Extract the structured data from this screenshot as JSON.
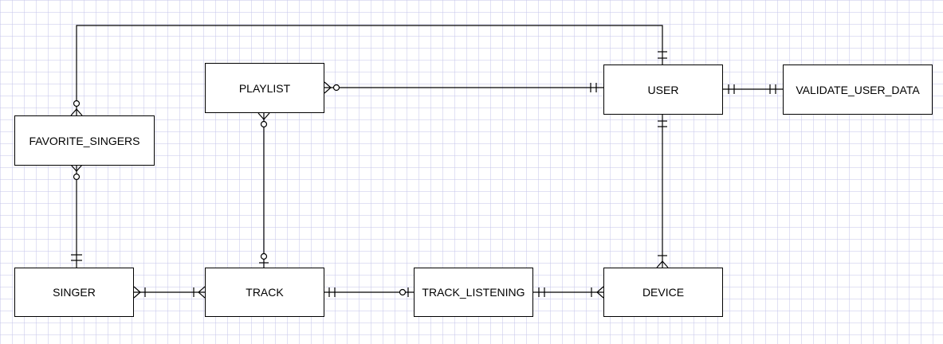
{
  "entities": {
    "user": "USER",
    "playlist": "PLAYLIST",
    "validate_user_data": "VALIDATE_USER_DATA",
    "favorite_singers": "FAVORITE_SINGERS",
    "singer": "SINGER",
    "track": "TRACK",
    "track_listening": "TRACK_LISTENING",
    "device": "DEVICE"
  },
  "relationships": [
    {
      "from": "USER",
      "from_end": "one-and-only-one",
      "to": "FAVORITE_SINGERS",
      "to_end": "zero-or-many"
    },
    {
      "from": "USER",
      "from_end": "one-and-only-one",
      "to": "PLAYLIST",
      "to_end": "zero-or-many"
    },
    {
      "from": "USER",
      "from_end": "one-and-only-one",
      "to": "VALIDATE_USER_DATA",
      "to_end": "one-and-only-one"
    },
    {
      "from": "USER",
      "from_end": "one-and-only-one",
      "to": "DEVICE",
      "to_end": "one-or-many"
    },
    {
      "from": "PLAYLIST",
      "from_end": "zero-or-many",
      "to": "TRACK",
      "to_end": "zero-or-one"
    },
    {
      "from": "FAVORITE_SINGERS",
      "from_end": "zero-or-many",
      "to": "SINGER",
      "to_end": "one-and-only-one"
    },
    {
      "from": "SINGER",
      "from_end": "one-or-many",
      "to": "TRACK",
      "to_end": "one-or-many"
    },
    {
      "from": "TRACK",
      "from_end": "one-and-only-one",
      "to": "TRACK_LISTENING",
      "to_end": "zero-or-one"
    },
    {
      "from": "TRACK_LISTENING",
      "from_end": "one-and-only-one",
      "to": "DEVICE",
      "to_end": "one-or-many"
    }
  ],
  "colors": {
    "line": "#000000",
    "box_border": "#000000",
    "box_fill": "#ffffff",
    "grid": "#c8c8eb"
  }
}
